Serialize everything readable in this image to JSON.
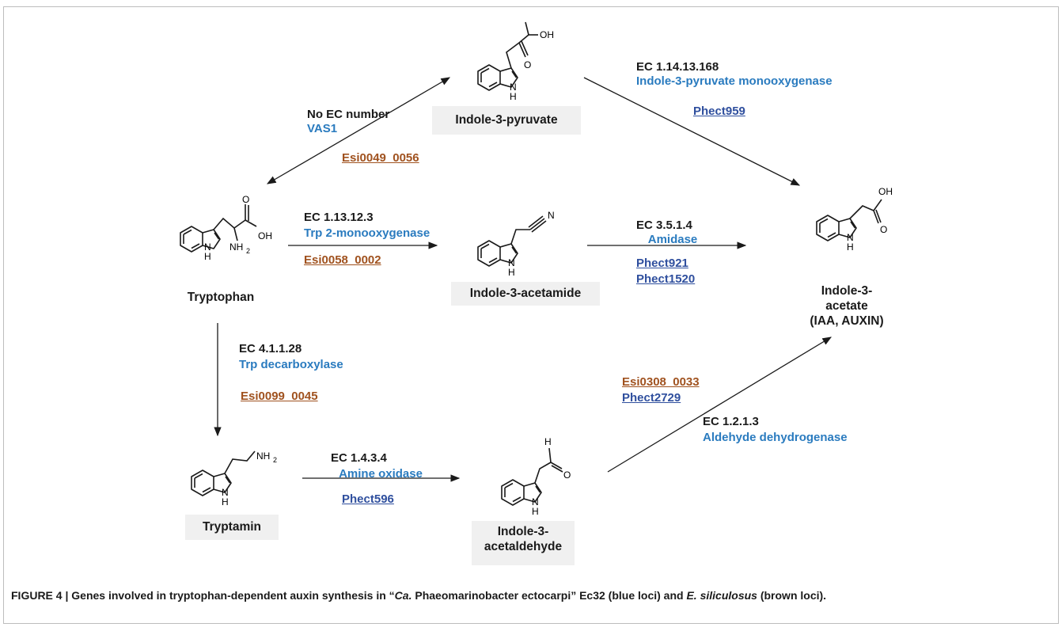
{
  "compounds": {
    "indole3pyruvate": "Indole-3-pyruvate",
    "tryptophan": "Tryptophan",
    "indole3acetamide": "Indole-3-acetamide",
    "iaa_l1": "Indole-3-",
    "iaa_l2": "acetate",
    "iaa_l3": "(IAA, AUXIN)",
    "tryptamin": "Tryptamin",
    "acetaldehyde_l1": "Indole-3-",
    "acetaldehyde_l2": "acetaldehyde"
  },
  "atoms": {
    "oh": "OH",
    "o": "O",
    "nh": "N",
    "h": "H",
    "nh2": "NH",
    "two": "2",
    "n": "N",
    "nh2_full": "NH",
    "ald_h": "H"
  },
  "reactions": {
    "vas1": {
      "ec": "No EC number",
      "enzyme": "VAS1",
      "locus_brown": "Esi0049_0056"
    },
    "pyruvate_mo": {
      "ec": "EC 1.14.13.168",
      "enzyme": "Indole-3-pyruvate monooxygenase",
      "locus_blue": "Phect959"
    },
    "trp_mo": {
      "ec": "EC 1.13.12.3",
      "enzyme": "Trp 2-monooxygenase",
      "locus_brown": "Esi0058_0002"
    },
    "amidase": {
      "ec": "EC 3.5.1.4",
      "enzyme": "Amidase",
      "locus_blue_1": "Phect921",
      "locus_blue_2": "Phect1520"
    },
    "trp_dc": {
      "ec": "EC 4.1.1.28",
      "enzyme": "Trp decarboxylase",
      "locus_brown": "Esi0099_0045"
    },
    "amine_ox": {
      "ec": "EC 1.4.3.4",
      "enzyme": "Amine oxidase",
      "locus_blue": "Phect596"
    },
    "ald_dh": {
      "ec": "EC 1.2.1.3",
      "enzyme": "Aldehyde dehydrogenase",
      "locus_brown": "Esi0308_0033",
      "locus_blue": "Phect2729"
    }
  },
  "caption": {
    "prefix": "FIGURE 4 | Genes involved in tryptophan-dependent auxin synthesis in “",
    "ca": "Ca.",
    "mid": " Phaeomarinobacter ectocarpi” Ec32 (blue loci) and ",
    "species": "E. siliculosus",
    "suffix": " (brown loci)."
  },
  "colors": {
    "enzyme": "#2a7bbf",
    "blue_locus": "#2f4f9e",
    "brown_locus": "#a0521f",
    "box": "#f0f0f0"
  }
}
